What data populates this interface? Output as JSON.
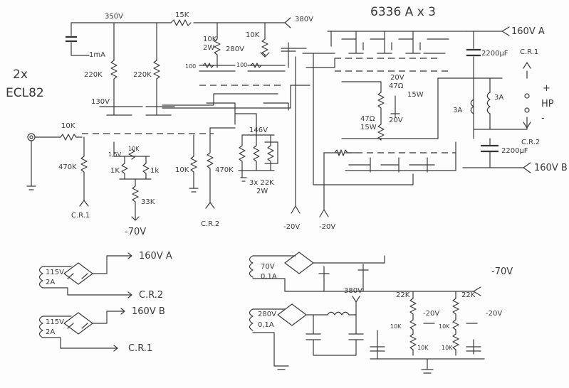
{
  "labels": {
    "title_tubes": "6336 A x 3",
    "title_ecl": "2x",
    "title_ecl2": "ECL82",
    "v350": "350V",
    "r15k": "15K",
    "v380_top": "380V",
    "v160a_top": "160V A",
    "c2200_top": "2200µF",
    "cr1_top": "C.R.1",
    "hp_plus": "+",
    "hp": "HP",
    "hp_minus": "-",
    "cr2_right": "C.R.2",
    "c2200_bot": "2200µF",
    "v160b_right": "160V B",
    "r10k_2w": "10K",
    "r10k_2w_w": "2W",
    "v280": "280V",
    "r10k_b": "10K",
    "r100_a": "100",
    "r100_b": "100",
    "ma1": "1mA",
    "r220k_a": "220K",
    "r220k_b": "220K",
    "v130": "130V",
    "r47_a": "47Ω",
    "w15_a": "15W",
    "v20_a": "20V",
    "r47_b": "47Ω",
    "w15_b": "15W",
    "v20_b": "20V",
    "f3a_a": "3A",
    "f3a_b": "3A",
    "r10k_in": "10K",
    "r470k_a": "470K",
    "v15": "1,5V",
    "r10k_pot": "10K",
    "r1k_a": "1K",
    "r1k_b": "1k",
    "r33k": "33K",
    "vm70": "-70V",
    "r10k_c": "10K",
    "r470k_b": "470K",
    "cr2_mid": "C.R.2",
    "cr1_mid": "C.R.1",
    "v146": "146V",
    "r3x22k": "3x 22K",
    "w2": "2W",
    "vm20_a": "-20V",
    "vm20_b": "-20V",
    "ps1_v": "115V",
    "ps1_a": "2A",
    "ps1_out": "160V A",
    "ps1_cr": "C.R.2",
    "ps2_v": "115V",
    "ps2_a": "2A",
    "ps2_out": "160V B",
    "ps2_cr": "C.R.1",
    "ps3_v": "70V",
    "ps3_a": "0,1A",
    "ps3_out": "-70V",
    "ps4_v": "280V",
    "ps4_a": "0,1A",
    "ps4_out": "380V",
    "r22k_a": "22K",
    "r22k_b": "22K",
    "vm20_c": "-20V",
    "vm20_d": "-20V",
    "r10k_d": "10K",
    "r10k_e": "10K",
    "r10k_f": "10K",
    "r10k_g": "10K"
  }
}
